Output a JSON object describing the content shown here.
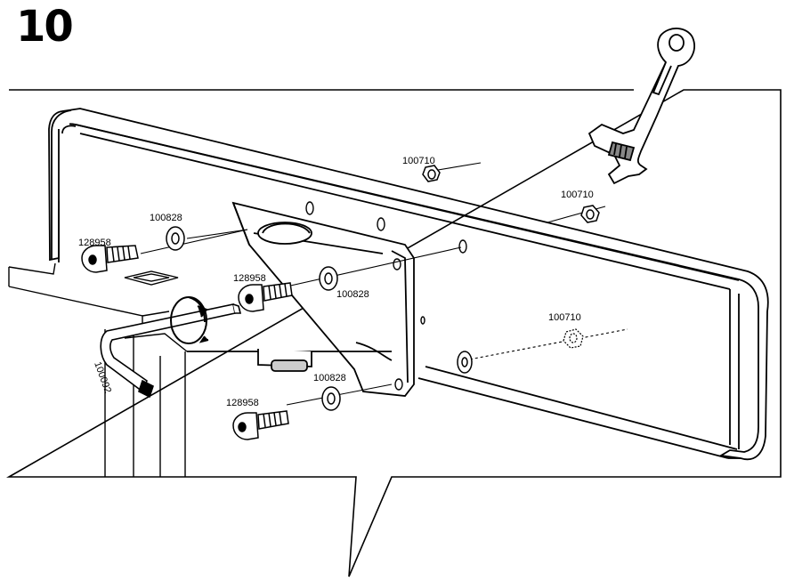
{
  "step": {
    "number": "10"
  },
  "parts": {
    "bolt": "128958",
    "washer": "100828",
    "nut": "100710",
    "hex_key": "100092"
  },
  "labels": {
    "bolt_top": "128958",
    "bolt_mid": "128958",
    "bolt_bottom": "128958",
    "washer_top": "100828",
    "washer_mid": "100828",
    "washer_bottom": "100828",
    "nut_left": "100710",
    "nut_right": "100710",
    "nut_bottom": "100710",
    "hex_key": "100092"
  }
}
